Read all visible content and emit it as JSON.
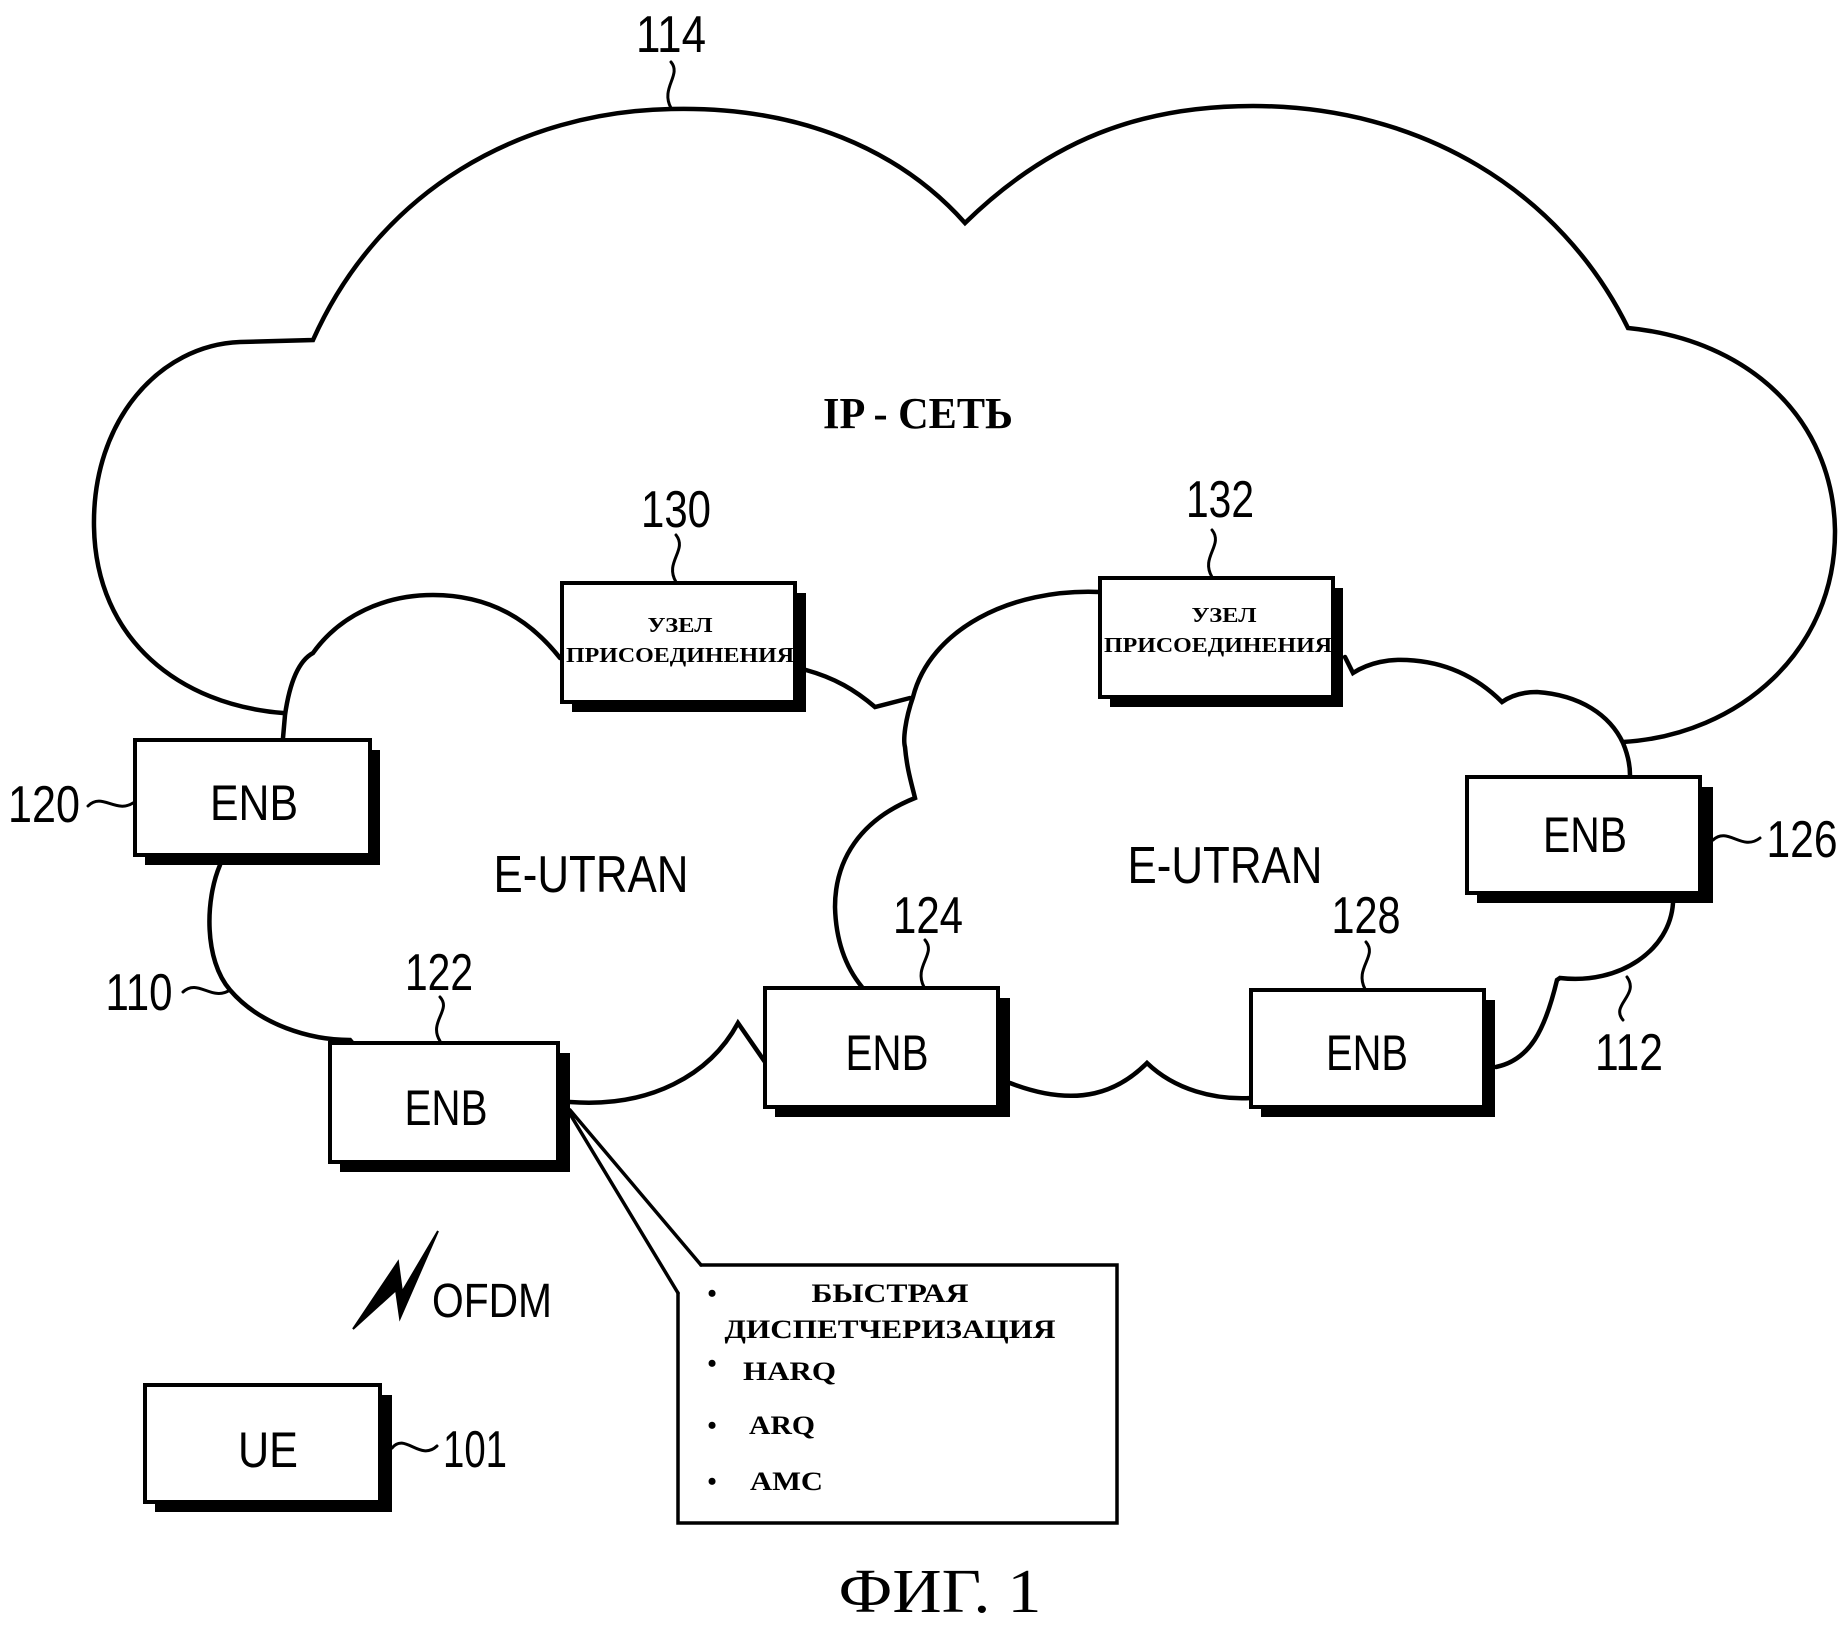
{
  "figure": {
    "caption": "ФИГ. 1",
    "ip_network": {
      "label": "IP - СЕТЬ",
      "ref": "114"
    },
    "e_utran": [
      {
        "label": "E-UTRAN",
        "ref": "110"
      },
      {
        "label": "E-UTRAN",
        "ref": "112"
      }
    ],
    "access_nodes": [
      {
        "line1": "УЗЕЛ",
        "line2": "ПРИСОЕДИНЕНИЯ",
        "ref": "130"
      },
      {
        "line1": "УЗЕЛ",
        "line2": "ПРИСОЕДИНЕНИЯ",
        "ref": "132"
      }
    ],
    "enbs": [
      {
        "label": "ENB",
        "ref": "120"
      },
      {
        "label": "ENB",
        "ref": "122"
      },
      {
        "label": "ENB",
        "ref": "124"
      },
      {
        "label": "ENB",
        "ref": "126"
      },
      {
        "label": "ENB",
        "ref": "128"
      }
    ],
    "ue": {
      "label": "UE",
      "ref": "101"
    },
    "radio_link": {
      "label": "OFDM",
      "icon": "lightning-bolt-icon"
    },
    "enb_functions": {
      "items": [
        "БЫСТРАЯ",
        "ДИСПЕТЧЕРИЗАЦИЯ",
        "HARQ",
        "ARQ",
        "AMC"
      ],
      "bullet": "•"
    }
  }
}
